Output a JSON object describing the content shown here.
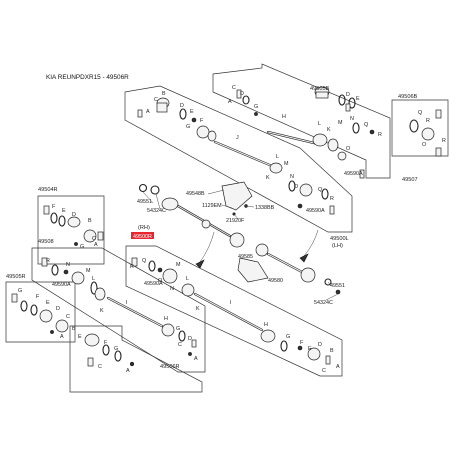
{
  "diagram": {
    "title": "KIA REUNPDXR15 - 49506R",
    "assembly_labels": {
      "tl_box": "49504R",
      "left_mid": "49508",
      "left_bot": "49505R",
      "rh_tag": "(RH)",
      "rh_part": "49500R",
      "top_right_b": "49505B",
      "far_right_b": "49506B",
      "right_side": "49507",
      "center_lh_part": "49500L",
      "center_lh_tag": "(LH)",
      "bottom_right": "49506R"
    },
    "part_numbers": {
      "p49551_top": "49551",
      "p54324c_top": "54324C",
      "p49548b": "49548B",
      "p1129em": "1129EM",
      "p1338bb": "1338BB",
      "p21920f": "21920F",
      "p49585": "49585",
      "p49580": "49580",
      "p49551_bot": "49551",
      "p54324c_bot": "54324C",
      "p49590a_left": "49590A",
      "p49590a_mid": "49590A",
      "p49590a_right": "49590A",
      "p49590a_side": "49590A"
    },
    "letters": {
      "A": "A",
      "B": "B",
      "C": "C",
      "D": "D",
      "E": "E",
      "F": "F",
      "G": "G",
      "H": "H",
      "I": "I",
      "J": "J",
      "K": "K",
      "L": "L",
      "M": "M",
      "N": "N",
      "O": "O",
      "Q": "Q",
      "R": "R"
    },
    "colors": {
      "highlight": "#e8262f",
      "line": "#333333"
    }
  }
}
